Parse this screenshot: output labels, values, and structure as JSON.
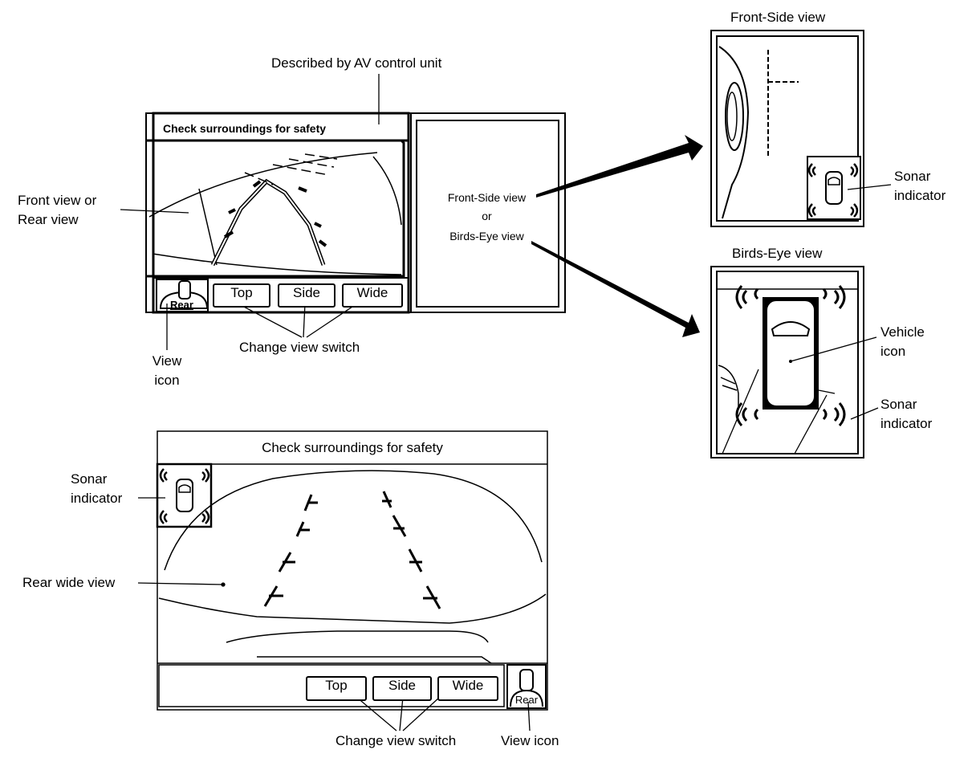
{
  "top_screen": {
    "message": "Check surroundings for safety",
    "buttons": [
      "Top",
      "Side",
      "Wide"
    ],
    "view_icon_label": "Rear",
    "right_panel": {
      "line1": "Front-Side view",
      "line2": "or",
      "line3": "Birds-Eye view"
    }
  },
  "bottom_screen": {
    "message": "Check surroundings for safety",
    "buttons": [
      "Top",
      "Side",
      "Wide"
    ],
    "view_icon_label": "Rear"
  },
  "labels": {
    "described_by": "Described by AV control unit",
    "front_or_rear_1": "Front view or",
    "front_or_rear_2": "Rear view",
    "view_icon_1": "View",
    "view_icon_2": "icon",
    "change_view_top": "Change view switch",
    "front_side_title": "Front-Side view",
    "sonar_1_a": "Sonar",
    "sonar_1_b": "indicator",
    "birds_eye_title": "Birds-Eye view",
    "vehicle_icon_a": "Vehicle",
    "vehicle_icon_b": "icon",
    "sonar_2_a": "Sonar",
    "sonar_2_b": "indicator",
    "sonar_3_a": "Sonar",
    "sonar_3_b": "indicator",
    "rear_wide_view": "Rear wide view",
    "change_view_bottom": "Change view switch",
    "view_icon_bottom": "View icon"
  }
}
